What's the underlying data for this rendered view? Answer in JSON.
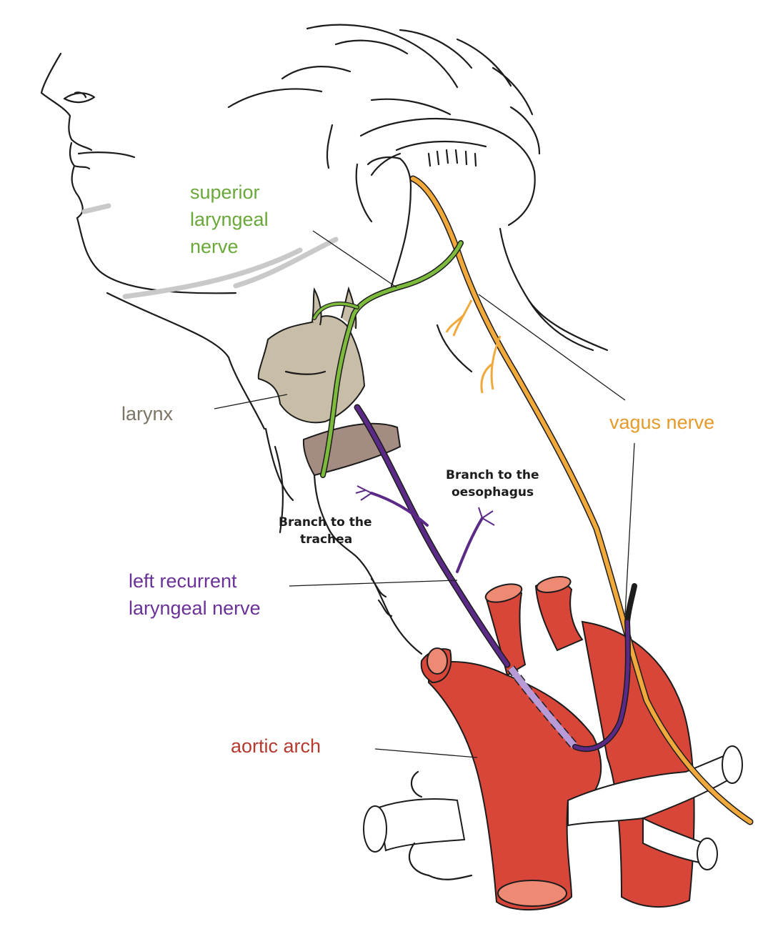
{
  "labels": {
    "superior_line1": "superior",
    "superior_line2": "laryngeal",
    "superior_line3": "nerve",
    "larynx": "larynx",
    "vagus": "vagus nerve",
    "oesophagus_line1": "Branch to the",
    "oesophagus_line2": "oesophagus",
    "trachea_line1": "Branch to the",
    "trachea_line2": "trachea",
    "recurrent_line1": "left recurrent",
    "recurrent_line2": "laryngeal nerve",
    "aortic": "aortic arch"
  },
  "colors": {
    "superior_laryngeal_nerve": "#7dbb3c",
    "vagus_nerve": "#f0a93a",
    "recurrent_laryngeal_nerve": "#5b2a86",
    "recurrent_hidden": "#b79ad6",
    "aorta": "#d8463a",
    "aorta_lumen": "#ee8a74",
    "larynx": "#c8bea8",
    "cricoid": "#a58c83",
    "label_superior": "#6aa83a",
    "label_larynx": "#7c7566",
    "label_vagus": "#e59a2a",
    "label_recurrent": "#6a3196",
    "label_aortic": "#b53a30"
  },
  "icons": {
    "head": "head-outline",
    "skull_base": "skull-base-outline"
  }
}
